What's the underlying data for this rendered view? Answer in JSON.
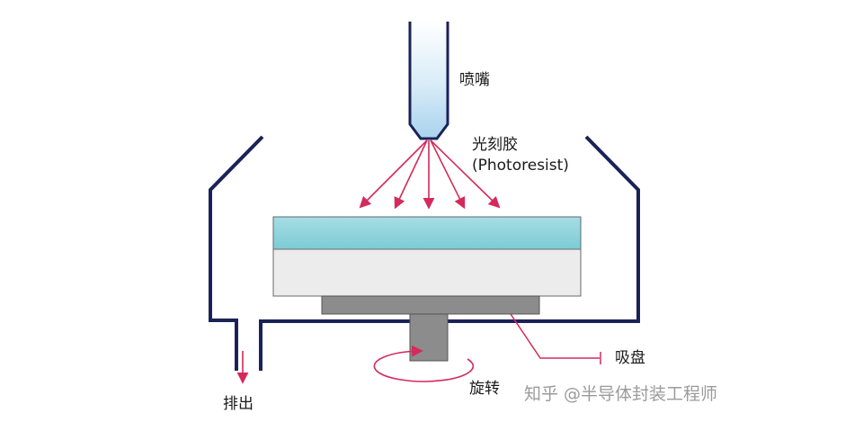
{
  "labels": {
    "nozzle": "喷嘴",
    "photoresist_cn": "光刻胶",
    "photoresist_en": "(Photoresist)",
    "chuck": "吸盘",
    "rotation": "旋转",
    "drain": "排出"
  },
  "watermark": "知乎 @半导体封装工程师",
  "colors": {
    "outline": "#1b2257",
    "arrow": "#d42a5c",
    "resist_layer": "#8fd4dc",
    "wafer": "#ececec",
    "chuck": "#8c8c8c",
    "nozzle_fill": "#cfe6f5"
  }
}
